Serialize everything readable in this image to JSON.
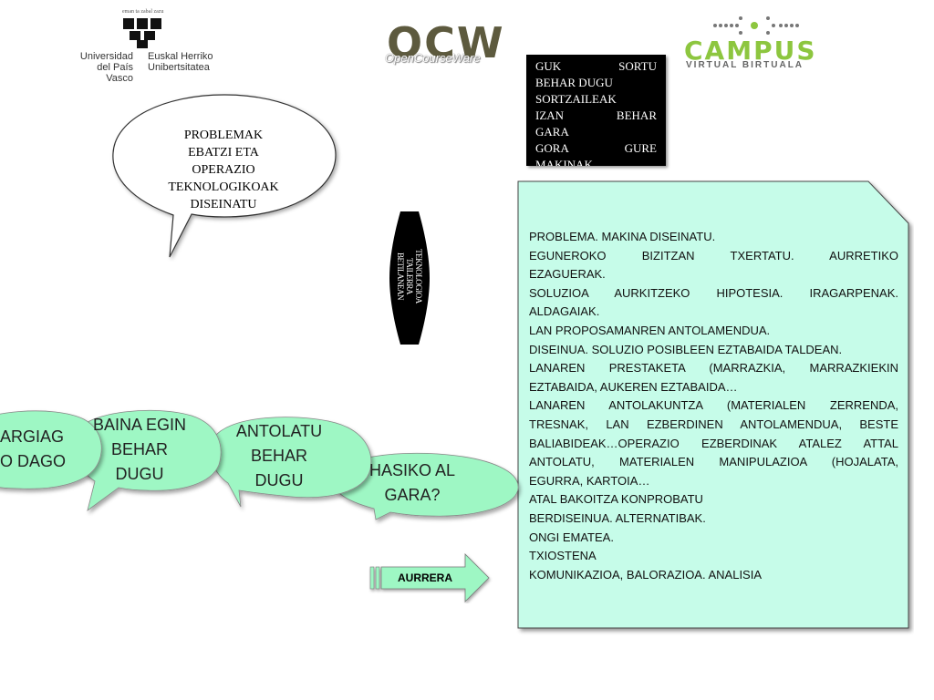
{
  "header": {
    "upv": {
      "motto": "eman ta zabal zazu",
      "name_left": [
        "Universidad",
        "del País Vasco"
      ],
      "name_right": [
        "Euskal Herriko",
        "Unibertsitatea"
      ]
    },
    "ocw": {
      "title": "OCW",
      "subtitle": "OpenCourseWare"
    },
    "campus": {
      "title": "CAMPUS",
      "subtitle": "VIRTUAL BIRTUALA",
      "accent_color": "#8dc63f"
    }
  },
  "black_box": {
    "lines": [
      "GUK SORTU",
      "BEHAR DUGU",
      "SORTZAILEAK",
      "IZAN BEHAR",
      "GARA",
      "GORA GURE",
      "MAKINAK"
    ]
  },
  "speech_bubble": {
    "lines": [
      "PROBLEMAK",
      "EBATZI ETA",
      "OPERAZIO",
      "TEKNOLOGIKOAK",
      "DISEINATU"
    ]
  },
  "vertical_shape": {
    "lines": [
      "TEKNOLOGIOA",
      "TAILERRA",
      "BETILANEAN"
    ]
  },
  "panel": {
    "background": "#c6fce9",
    "lines": [
      "PROBLEMA. MAKINA DISEINATU.",
      "EGUNEROKO BIZITZAN TXERTATU. AURRETIKO",
      "EZAGUERAK.",
      "SOLUZIOA AURKITZEKO HIPOTESIA. IRAGARPENAK.",
      "ALDAGAIAK.",
      "LAN PROPOSAMANREN ANTOLAMENDUA.",
      "DISEINUA. SOLUZIO POSIBLEEN EZTABAIDA TALDEAN.",
      "LANAREN PRESTAKETA (MARRAZKIA, MARRAZKIEKIN",
      "EZTABAIDA, AUKEREN EZTABAIDA…",
      "LANAREN ANTOLAKUNTZA (MATERIALEN ZERRENDA,",
      "TRESNAK, LAN EZBERDINEN ANTOLAMENDUA, BESTE",
      "BALIABIDEAK…OPERAZIO EZBERDINAK ATALEZ ATTAL",
      "ANTOLATU, MATERIALEN MANIPULAZIOA (HOJALATA,",
      "EGURRA, KARTOIA…",
      "ATAL BAKOITZA KONPROBATU",
      "BERDISEINUA. ALTERNATIBAK.",
      "ONGI EMATEA.",
      "TXIOSTENA",
      "KOMUNIKAZIOA, BALORAZIOA. ANALISIA"
    ]
  },
  "bubbles": {
    "color": "#9ef7c4",
    "b1": [
      "ARGIAG",
      "O DAGO"
    ],
    "b2": [
      "BAINA EGIN",
      "BEHAR",
      "DUGU"
    ],
    "b3": [
      "ANTOLATU",
      "BEHAR",
      "DUGU"
    ],
    "b4": [
      "HASIKO AL",
      "GARA?"
    ]
  },
  "arrow": {
    "label": "AURRERA",
    "color": "#9ef7c4"
  }
}
